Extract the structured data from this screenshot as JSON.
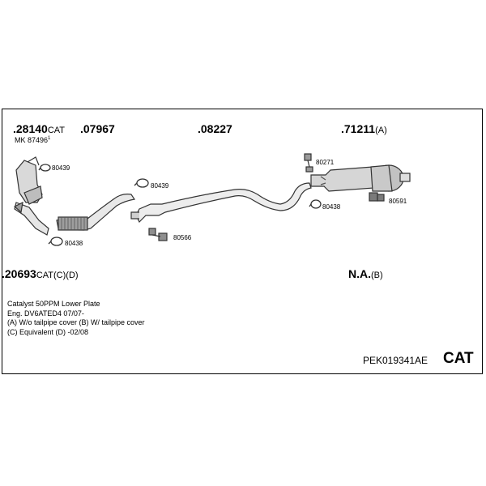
{
  "parts": {
    "p20693": {
      "num": "20693",
      "suffix": "CAT(C)(D)"
    },
    "p28140": {
      "num": "28140",
      "suffix": "CAT"
    },
    "mk": {
      "label": "MK 87496",
      "sup": "1"
    },
    "p07967": {
      "num": "07967"
    },
    "p08227": {
      "num": "08227"
    },
    "p71211": {
      "num": "71211",
      "suffix": "(A)"
    },
    "na": {
      "num": "N.A.",
      "suffix": "(B)"
    }
  },
  "small_labels": {
    "l80439a": "80439",
    "l80438a": "80438",
    "l80439b": "80439",
    "l80566": "80566",
    "l80271": "80271",
    "l80438b": "80438",
    "l80591": "80591"
  },
  "notes": [
    "Catalyst 50PPM Lower Plate",
    "Eng.  DV6ATED4   07/07-",
    "(A) W/o tailpipe cover (B) W/ tailpipe cover",
    "(C) Equivalent (D) -02/08"
  ],
  "kit_code": "PEK019341AE",
  "kit_type": "CAT"
}
